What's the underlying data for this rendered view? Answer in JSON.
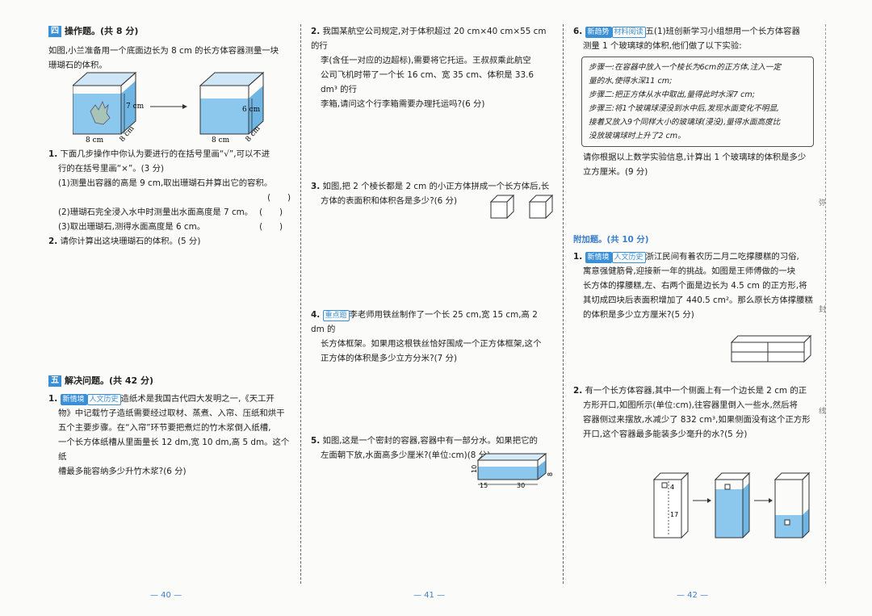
{
  "col1": {
    "sec4": {
      "badge": "四",
      "title": "操作题。(共 8 分)"
    },
    "intro1": "如图,小兰准备用一个底面边长为 8 cm 的长方体容器测量一块",
    "intro2": "珊瑚石的体积。",
    "fig": {
      "h1": "7 cm",
      "h2": "6 cm",
      "w1": "8 cm",
      "d1": "8 cm",
      "w2": "8 cm",
      "d2": "8 cm"
    },
    "q1": {
      "num": "1.",
      "line1": "下面几步操作中你认为要进行的在括号里画“√”,可以不进",
      "line2": "行的在括号里画“×”。(3 分)",
      "s1": "(1)测量出容器的高是 9 cm,取出珊瑚石并算出它的容积。",
      "s2": "(2)珊瑚石完全浸入水中时测量出水面高度是 7 cm。",
      "s3": "(3)取出珊瑚石,测得水面高度是 6 cm。",
      "paren": "(　　)"
    },
    "q2": {
      "num": "2.",
      "text": "请你计算出这块珊瑚石的体积。(5 分)"
    },
    "sec5": {
      "badge": "五",
      "title": "解决问题。(共 42 分)"
    },
    "q5_1": {
      "num": "1.",
      "tag1": "新情境",
      "tag2": "人文历史",
      "line1": "造纸术是我国古代四大发明之一,《天工开",
      "line2": "物》中记载竹子造纸需要经过取材、蒸煮、入帘、压纸和烘干",
      "line3": "五个主要步骤。在“入帘”环节要把煮烂的竹木浆倒入纸槽,",
      "line4": "一个长方体纸槽从里面量长 12 dm,宽 10 dm,高 5 dm。这个纸",
      "line5": "槽最多能容纳多少升竹木浆?(6 分)"
    },
    "page": "— 40 —"
  },
  "col2": {
    "q2": {
      "num": "2.",
      "line1": "我国某航空公司规定,对于体积超过 20 cm×40 cm×55 cm 的行",
      "line2": "李(含任一对应的边超标),需要将它托运。王叔叔乘此航空",
      "line3": "公司飞机时带了一个长 16 cm、宽 35 cm、体积是 33.6 dm³ 的行",
      "line4": "李箱,请问这个行李箱需要办理托运吗?(6 分)"
    },
    "q3": {
      "num": "3.",
      "line1": "如图,把 2 个棱长都是 2 cm 的小正方体拼成一个长方体后,长",
      "line2": "方体的表面积和体积各是多少?(6 分)"
    },
    "q4": {
      "num": "4.",
      "tag": "重点题",
      "line1": "李老师用铁丝制作了一个长 25 cm,宽 15 cm,高 2 dm 的",
      "line2": "长方体框架。如果用这根铁丝恰好围成一个正方体框架,这个",
      "line3": "正方体的体积是多少立方分米?(7 分)"
    },
    "q5": {
      "num": "5.",
      "line1": "如图,这是一个密封的容器,容器中有一部分水。如果把它的",
      "line2": "左面朝下放,水面高多少厘米?(单位:cm)(8 分)",
      "fig": {
        "h": "10",
        "w1": "15",
        "w2": "30",
        "d": "8"
      }
    },
    "page": "— 41 —"
  },
  "col3": {
    "q6": {
      "num": "6.",
      "tag1": "新趋势",
      "tag2": "材料阅读",
      "line1": "五(1)班创新学习小组想用一个长方体容器",
      "line2": "测量 1 个玻璃球的体积,他们做了以下实验:",
      "step1a": "步骤一:在容器中放入一个棱长为6cm的正方体,注入一定",
      "step1b": "量的水,使得水深11 cm;",
      "step2": "步骤二:把正方体从水中取出,量得此时水深7 cm;",
      "step3a": "步骤三:将1个玻璃球浸没到水中后,发现水面变化不明显,",
      "step3b": "接着又放入9个同样大小的玻璃球(浸没),量得水面高度比",
      "step3c": "没放玻璃球时上升了2 cm。",
      "ask1": "请你根据以上数学实验信息,计算出 1 个玻璃球的体积是多少",
      "ask2": "立方厘米。(9 分)"
    },
    "extra": {
      "title": "附加题。(共 10 分)"
    },
    "a1": {
      "num": "1.",
      "tag1": "新情境",
      "tag2": "人文历史",
      "line1": "浙江民间有着农历二月二吃撑腰糕的习俗,",
      "line2": "寓意强健筋骨,迎接新一年的挑战。如图是王师傅做的一块",
      "line3": "长方体的撑腰糕,左、右两个面是边长为 4.5 cm 的正方形,将",
      "line4": "其切成四块后表面积增加了 440.5 cm²。那么原长方体撑腰糕",
      "line5": "的体积是多少立方厘米?(5 分)"
    },
    "a2": {
      "num": "2.",
      "line1": "有一个长方体容器,其中一个侧面上有一个边长是 2 cm 的正",
      "line2": "方形开口,如图所示(单位:cm),往容器里倒入一些水,然后将",
      "line3": "容器侧过来摆放,水减少了 832 cm³,如果侧面没有这个正方形",
      "line4": "开口,这个容器最多能装多少毫升的水?(5 分)",
      "fig": {
        "a": "4",
        "b": "17"
      }
    },
    "page": "— 42 —",
    "side": [
      "弥",
      "封",
      "线"
    ]
  },
  "colors": {
    "accent": "#3b8fd6",
    "water": "#8cc8ee"
  }
}
